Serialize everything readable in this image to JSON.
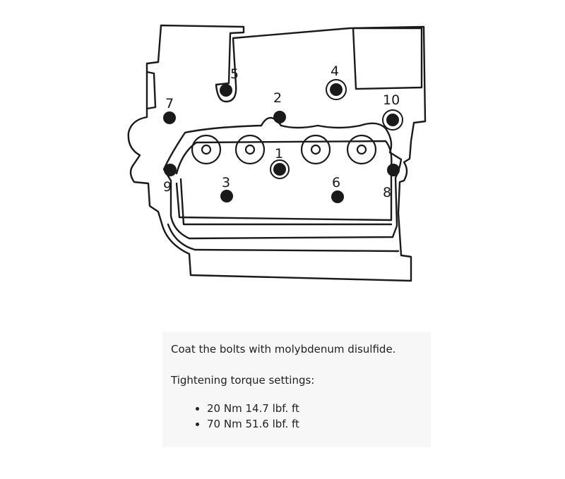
{
  "diagram": {
    "bolts": [
      {
        "label": "1"
      },
      {
        "label": "2"
      },
      {
        "label": "3"
      },
      {
        "label": "4"
      },
      {
        "label": "5"
      },
      {
        "label": "6"
      },
      {
        "label": "7"
      },
      {
        "label": "8"
      },
      {
        "label": "9"
      },
      {
        "label": "10"
      }
    ]
  },
  "note": {
    "line1": "Coat the bolts with molybdenum disulfide.",
    "line2": "Tightening torque settings:",
    "torques": [
      "20 Nm 14.7 lbf. ft",
      "70 Nm 51.6 lbf. ft"
    ]
  },
  "colors": {
    "ink": "#1a1a1a",
    "panel_background": "#f7f7f7"
  }
}
